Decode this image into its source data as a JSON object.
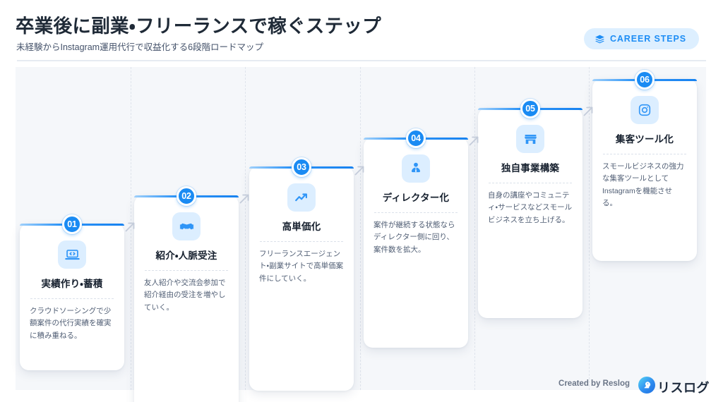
{
  "header": {
    "title": "卒業後に副業・フリーランスで稼ぐステップ",
    "subtitle": "未経験からInstagram運用代行で収益化する6段階ロードマップ",
    "badge": {
      "label": "CAREER STEPS",
      "icon": "layers-icon",
      "text_color": "#1d8df5",
      "bg_color": "#ddefff"
    }
  },
  "theme": {
    "accent": "#1a8bf3",
    "accent_light": "#dceeff",
    "stage_bg": "#f5f7fa",
    "card_bg": "#ffffff",
    "title_color": "#16202e",
    "body_color": "#505e74",
    "divider_color": "#dfe4ec"
  },
  "steps": [
    {
      "number": "01",
      "icon": "laptop-code-icon",
      "title": "実績作り・蓄積",
      "description": "クラウドソーシングで少額案件の代行実績を確実に積み重ねる。"
    },
    {
      "number": "02",
      "icon": "handshake-icon",
      "title": "紹介・人脈受注",
      "description": "友人紹介や交流会参加で紹介経由の受注を増やしていく。"
    },
    {
      "number": "03",
      "icon": "trending-up-icon",
      "title": "高単価化",
      "description": "フリーランスエージェント・副業サイトで高単価案件にしていく。"
    },
    {
      "number": "04",
      "icon": "user-tie-icon",
      "title": "ディレクター化",
      "description": "案件が継続する状態ならディレクター側に回り、案件数を拡大。"
    },
    {
      "number": "05",
      "icon": "storefront-icon",
      "title": "独自事業構築",
      "description": "自身の講座やコミュニティ・サービスなどスモールビジネスを立ち上げる。"
    },
    {
      "number": "06",
      "icon": "instagram-icon",
      "title": "集客ツール化",
      "description": "スモールビジネスの強力な集客ツールとしてInstagramを機能させる。"
    }
  ],
  "footer": {
    "credit": "Created by Reslog",
    "brand_name": "リスログ",
    "brand_icon": "reslog-squirrel-logo"
  }
}
